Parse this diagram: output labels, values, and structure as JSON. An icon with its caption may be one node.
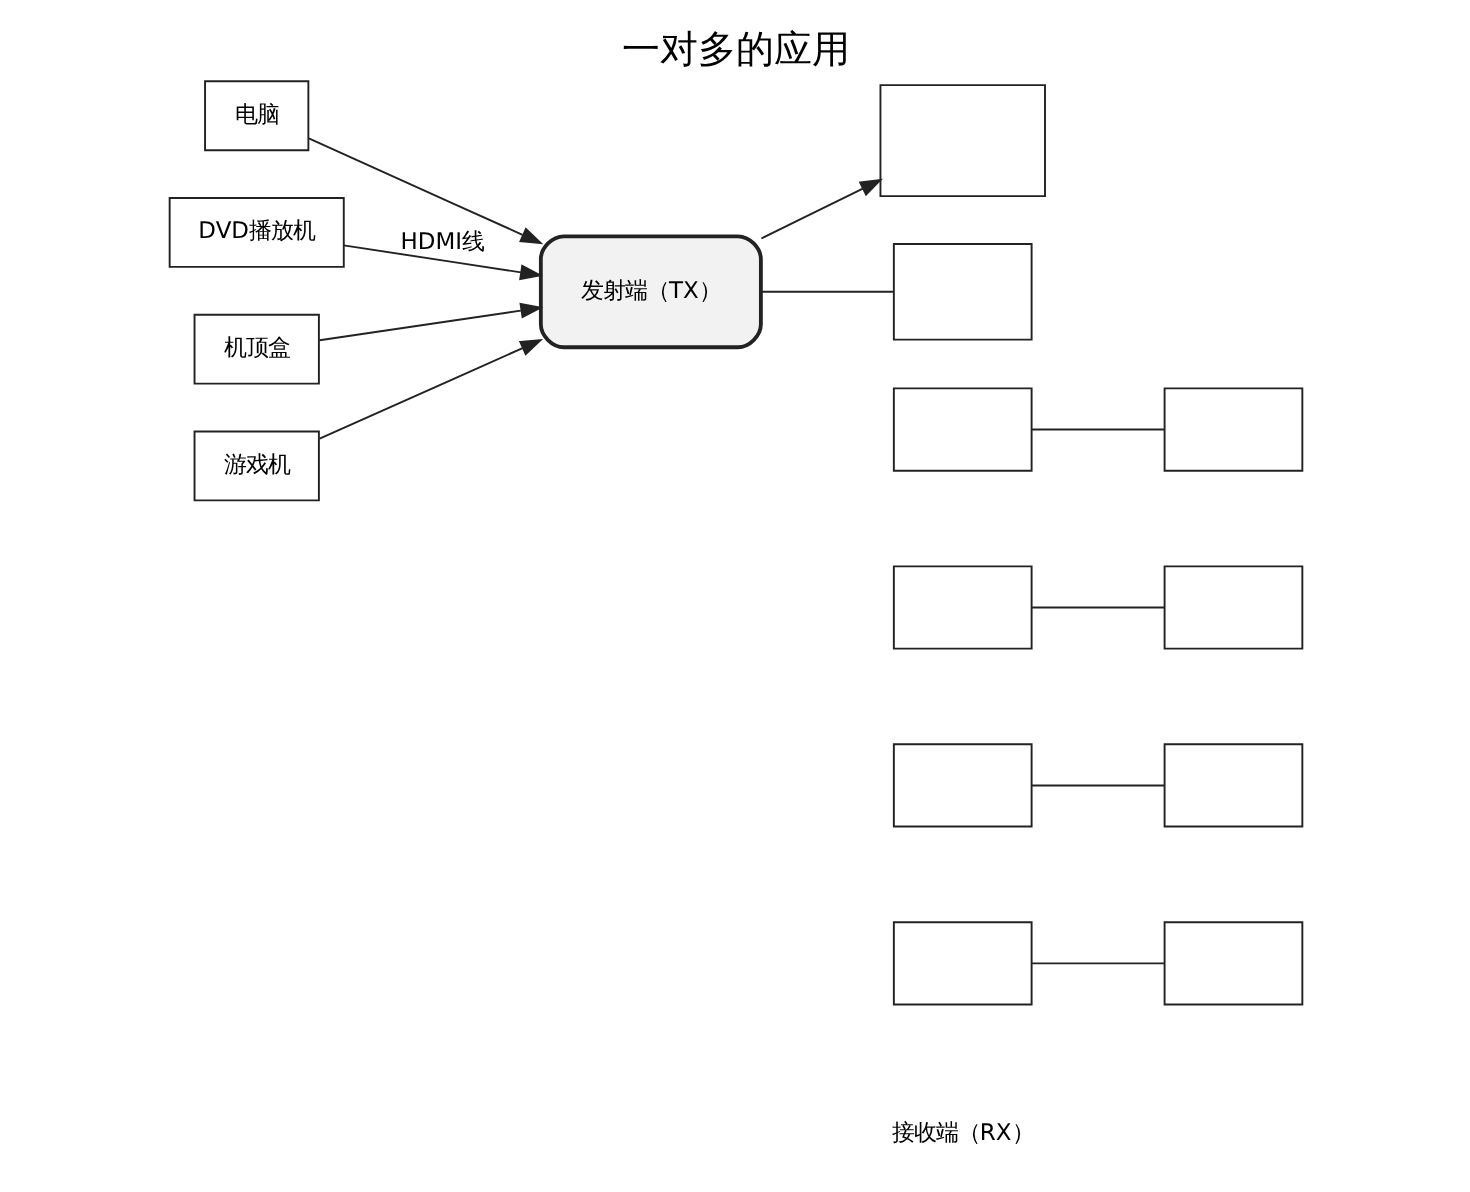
{
  "diagram": {
    "title": "一对多的应用",
    "nodes": [
      {
        "text": [
          "电脑"
        ]
      },
      {
        "text": [
          "DVD播放机"
        ]
      },
      {
        "text": [
          "机顶盒"
        ]
      },
      {
        "text": [
          "游戏机"
        ]
      },
      {
        "text": [
          "发射端（TX）"
        ]
      },
      {
        "text": [],
        "shape": "box"
      },
      {
        "text": [],
        "shape": "box"
      },
      {
        "text": [],
        "shape": "box"
      },
      {
        "text": [],
        "shape": "box"
      },
      {
        "text": [],
        "shape": "box"
      },
      {
        "text": [],
        "shape": "box"
      },
      {
        "text": [],
        "shape": "box"
      },
      {
        "text": [],
        "shape": "box"
      },
      {
        "text": [],
        "shape": "box"
      },
      {
        "text": [],
        "shape": "box"
      }
    ],
    "edges": [
      {
        "from": 0,
        "to": 4,
        "arrow": "to"
      },
      {
        "from": 1,
        "to": 4,
        "arrow": "to",
        "label": "HDMI线"
      },
      {
        "from": 2,
        "to": 4,
        "arrow": "to"
      },
      {
        "from": 3,
        "to": 4,
        "arrow": "to"
      },
      {
        "from": 4,
        "to": 5,
        "arrow": "to"
      },
      {
        "from": 4,
        "to": 6,
        "arrow": "none"
      },
      {
        "from": 7,
        "to": 11,
        "arrow": "none"
      },
      {
        "from": 8,
        "to": 12,
        "arrow": "none"
      },
      {
        "from": 9,
        "to": 13,
        "arrow": "none"
      },
      {
        "from": 10,
        "to": 14,
        "arrow": "none"
      }
    ],
    "labels": [
      "接收端（RX）"
    ]
  }
}
